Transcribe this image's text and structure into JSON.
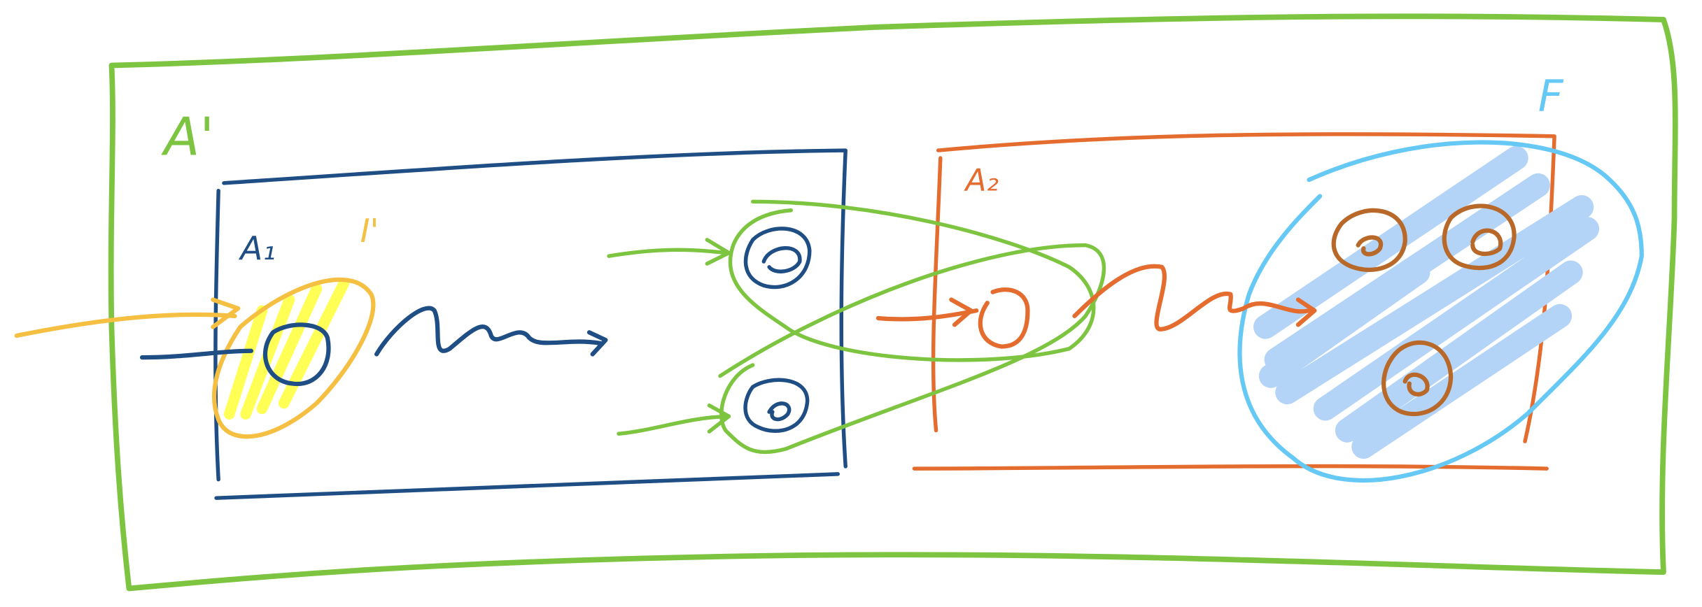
{
  "labels": {
    "outer_set": "A'",
    "set_a1": "A₁",
    "input_set": "I'",
    "set_a2": "A₂",
    "final_set": "F"
  },
  "colors": {
    "green": "#7dc540",
    "navy": "#1f4e85",
    "yellow": "#f5bf42",
    "yellow_fill": "#ffff55",
    "orange": "#e46c2f",
    "brown": "#b8692a",
    "sky": "#66c8f5",
    "sky_fill": "#b3d4f7"
  }
}
